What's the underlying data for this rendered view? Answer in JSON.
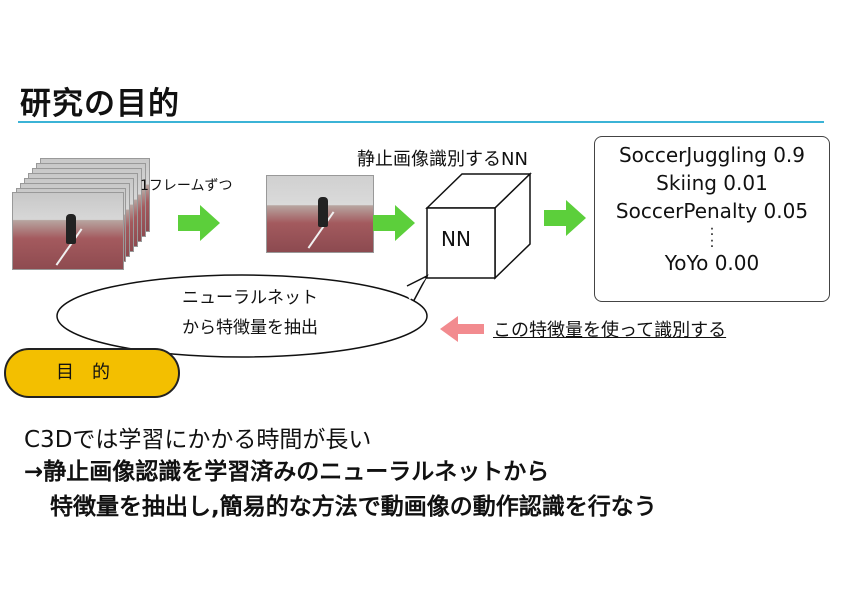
{
  "slide": {
    "title": "研究の目的",
    "frames_label": "1フレームずつ",
    "nn_caption": "静止画像識別するNN",
    "nn_box_label": "NN",
    "results": [
      "SoccerJuggling 0.9",
      "Skiing 0.01",
      "SoccerPenalty 0.05",
      ":",
      ":",
      "YoYo 0.00"
    ],
    "bubble": {
      "line1": "ニューラルネット",
      "line2": "から特徴量を抽出"
    },
    "back_label": "この特徴量を使って識別する",
    "badge": "目的",
    "body": {
      "line1": "C3Dでは学習にかかる時間が長い",
      "line2": "→静止画像認識を学習済みのニューラルネットから",
      "line3": "特徴量を抽出し,簡易的な方法で動画像の動作認識を行なう"
    }
  },
  "colors": {
    "accent_rule": "#3bb3d6",
    "arrow_green": "#5ccf3b",
    "arrow_pink": "#f28b8f",
    "badge_yellow": "#f3bf00"
  }
}
